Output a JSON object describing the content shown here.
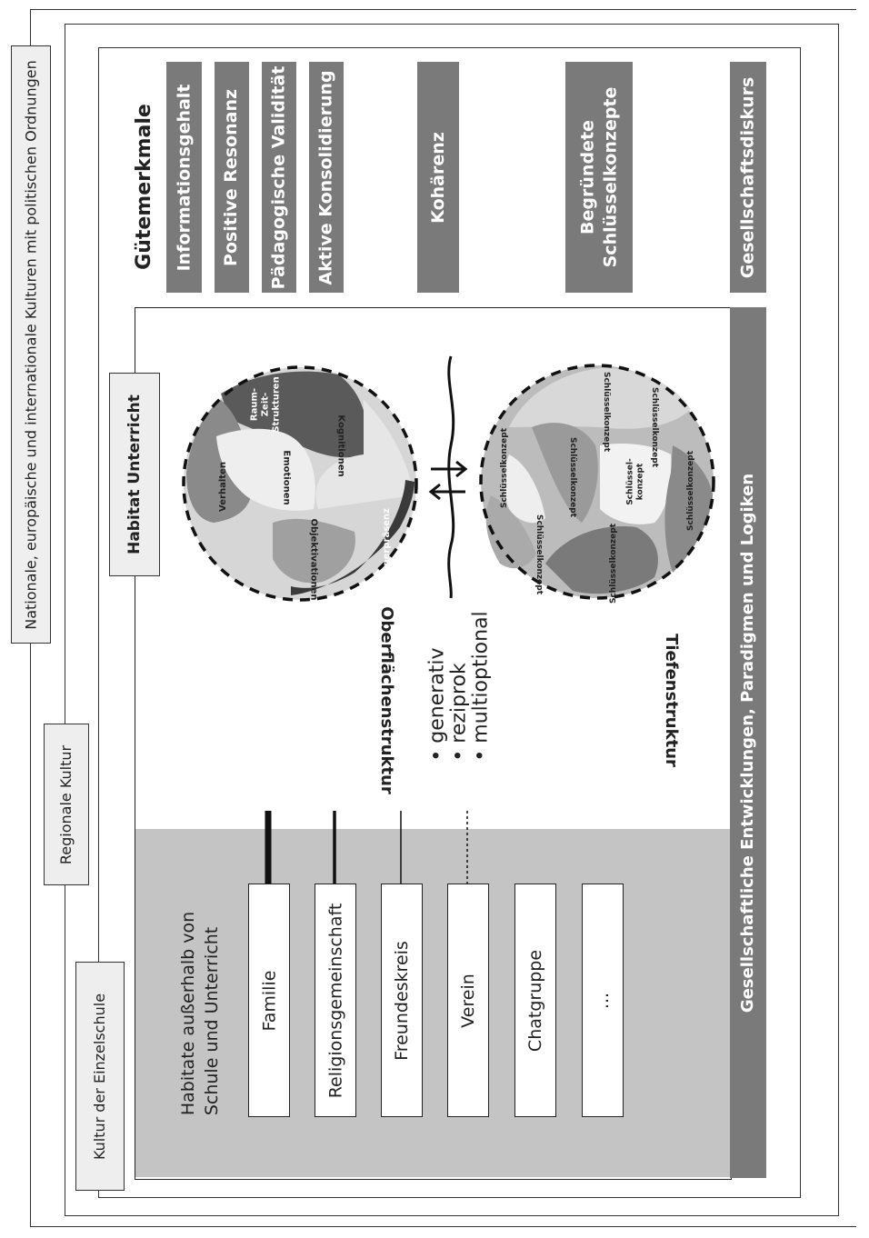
{
  "frames": {
    "national": "Nationale, europäische und internationale Kulturen mit politischen Ordnungen",
    "regional": "Regionale Kultur",
    "school": "Kultur der Einzelschule"
  },
  "quality": {
    "title": "Gütemerkmale",
    "items": [
      "Informationsgehalt",
      "Positive Resonanz",
      "Pädagogische Validität",
      "Aktive Konsolidierung",
      "Kohärenz",
      "Begründete\nSchlüsselkonzepte",
      "Gesellschaftsdiskurs"
    ]
  },
  "habitat": {
    "title": "Habitat Unterricht",
    "surface": "Oberflächenstruktur",
    "deep": "Tiefenstruktur",
    "properties": [
      "• generativ",
      "• reziprok",
      "• multioptional"
    ],
    "surface_areas": [
      "Verhalten",
      "Emotionen",
      "Kognitionen",
      "Raum-\nZeit-\nStrukturen",
      "Objektivationen",
      "Körperpräsenz"
    ],
    "deep_areas": [
      "Schlüsselkonzept",
      "Schlüsselkonzept",
      "Schlüsselkonzept",
      "Schlüsselkonzept",
      "Schlüssel-\nkonzept",
      "Schlüsselkonzept",
      "Schlüsselkonzept",
      "Schlüsselkonzept"
    ]
  },
  "outside": {
    "title": "Habitate außerhalb von\nSchule und Unterricht",
    "items": [
      "Familie",
      "Religionsgemeinschaft",
      "Freundeskreis",
      "Verein",
      "Chatgruppe",
      "..."
    ]
  },
  "footer": "Gesellschaftliche Entwicklungen, Paradigmen und Logiken",
  "colors": {
    "dark": "#4a4a4a",
    "mid": "#7a7a7a",
    "light": "#bdbdbd",
    "pale": "#d9d9d9"
  }
}
